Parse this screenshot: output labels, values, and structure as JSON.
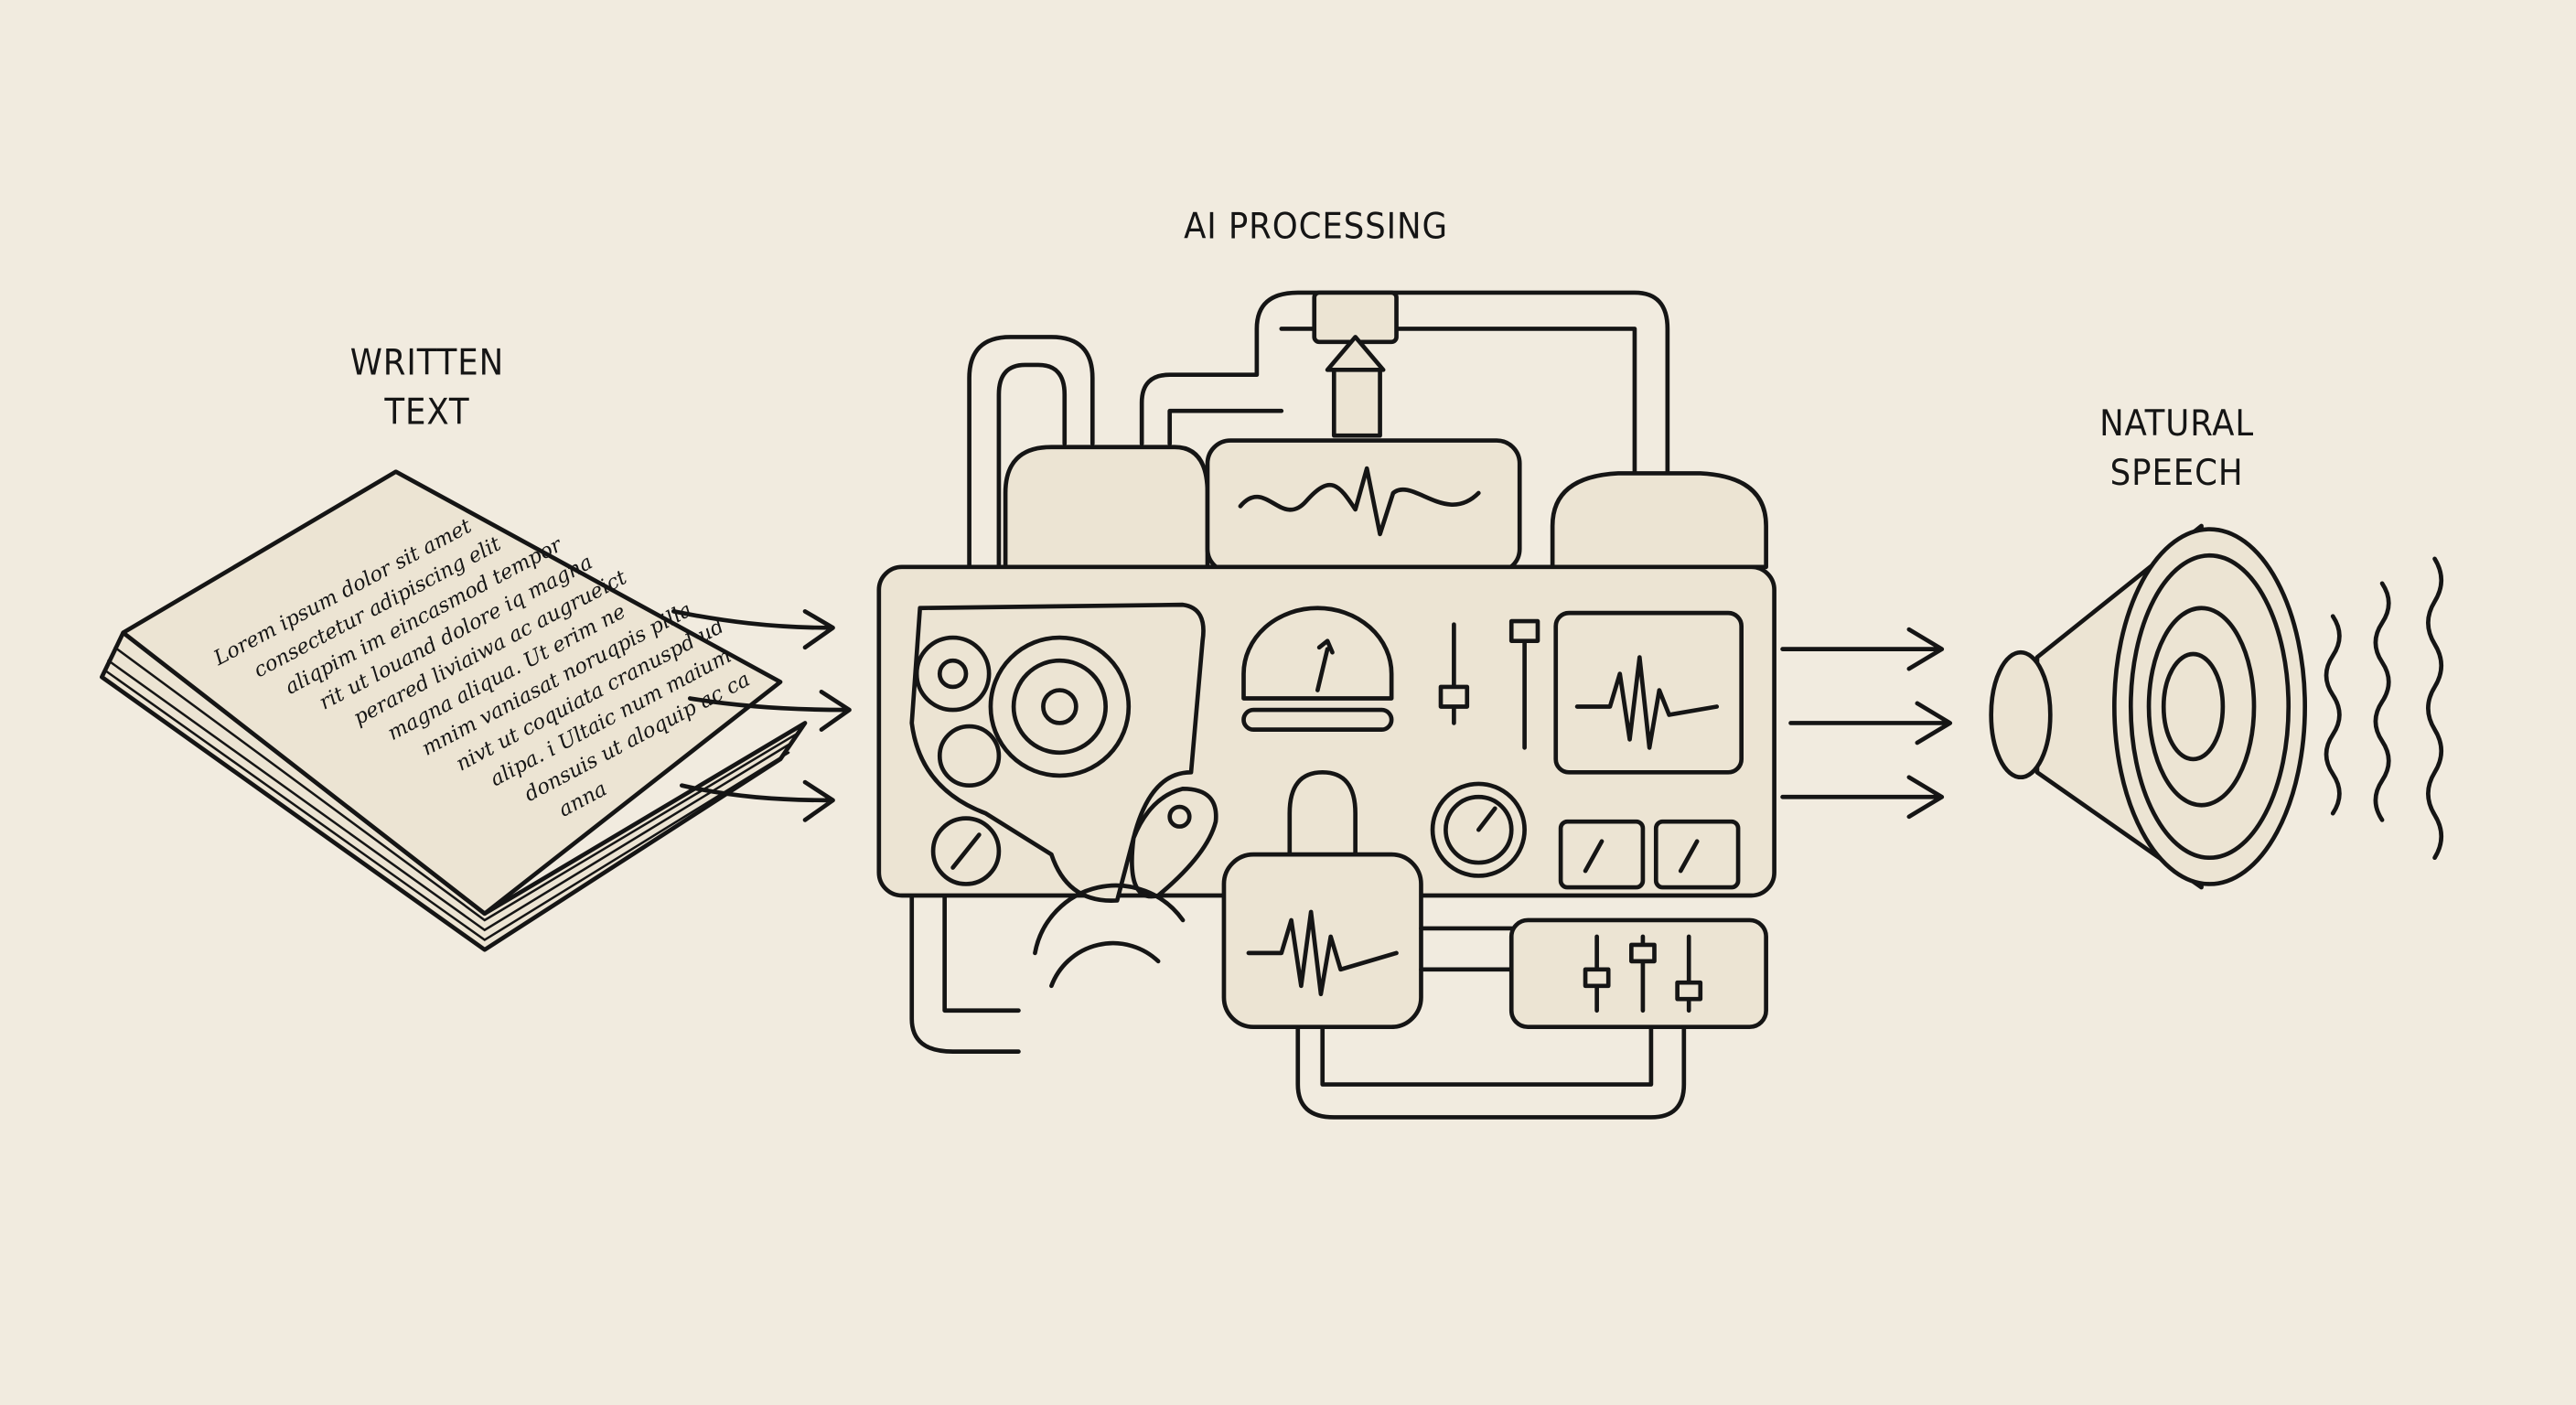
{
  "labels": {
    "input_line1": "WRITTEN",
    "input_line2": "TEXT",
    "process": "AI PROCESSING",
    "output_line1": "NATURAL",
    "output_line2": "SPEECH"
  },
  "book_text": [
    "Lorem ipsum dolor sit amet",
    "consectetur adipiscing elit",
    "aliqpim im eincasmod tempor",
    "rit ut louand dolore iq magna",
    "perared liviaiwa ac augrueict",
    "magna aliqua. Ut erim ne",
    "mnim vaniasat noruqpis pilla",
    "nivt ut coquiata cranuspd ud",
    "alipa. i Ultaic num maium",
    "donsuis ut aloquip ac ca",
    "anna"
  ],
  "colors": {
    "background": "#f1ebdf",
    "ink": "#151515"
  }
}
